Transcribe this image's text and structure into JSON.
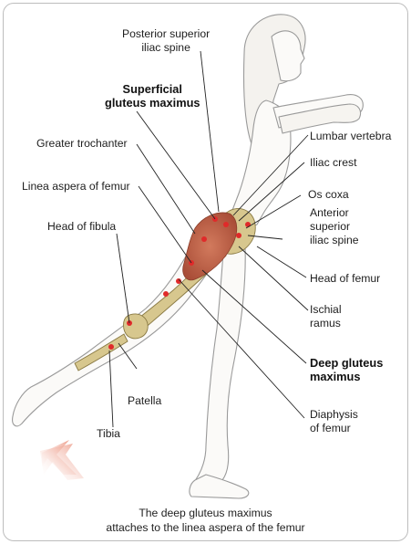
{
  "labels": {
    "posterior_superior_iliac_spine": [
      "Posterior superior",
      "iliac spine"
    ],
    "superficial_gluteus_maximus": [
      "Superficial",
      "gluteus maximus"
    ],
    "greater_trochanter": "Greater trochanter",
    "linea_aspera_of_femur": "Linea aspera of femur",
    "head_of_fibula": "Head of fibula",
    "patella": "Patella",
    "tibia": "Tibia",
    "lumbar_vertebra": "Lumbar vertebra",
    "iliac_crest": "Iliac crest",
    "os_coxa": "Os coxa",
    "anterior_superior_iliac_spine": [
      "Anterior",
      "superior",
      "iliac spine"
    ],
    "head_of_femur": "Head of femur",
    "ischial_ramus": [
      "Ischial",
      "ramus"
    ],
    "deep_gluteus_maximus": [
      "Deep gluteus",
      "maximus"
    ],
    "diaphysis_of_femur": [
      "Diaphysis",
      "of femur"
    ]
  },
  "caption": [
    "The deep gluteus maximus",
    "attaches to the linea aspera of the femur"
  ],
  "colors": {
    "outline": "#9a9a9a",
    "bone": "#d7c78e",
    "muscle": "#c0624a",
    "attachment_dot": "#e02a2a",
    "leader_line": "#222222",
    "arrow": "#e9866e"
  },
  "icons": {
    "direction_arrow": "arrow-up-right-icon"
  }
}
